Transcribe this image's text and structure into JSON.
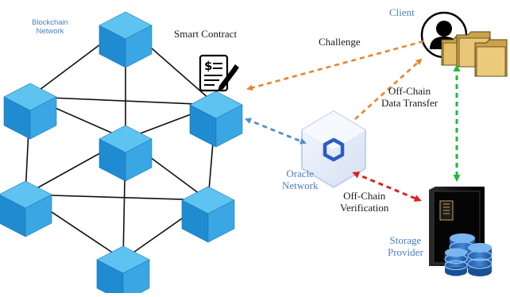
{
  "labels": {
    "blockchain": [
      "Blockchain",
      "Network"
    ],
    "smart_contract": "Smart Contract",
    "client": "Client",
    "challenge": "Challenge",
    "offchain_transfer": [
      "Off-Chain",
      "Data Transfer"
    ],
    "oracle": [
      "Oracle",
      "Network"
    ],
    "offchain_verification": [
      "Off-Chain",
      "Verification"
    ],
    "storage": [
      "Storage",
      "Provider"
    ]
  },
  "colors": {
    "cube_top": "#5ec3f0",
    "cube_left": "#1f8bd0",
    "cube_right": "#3aa6e4",
    "orange_arrow": "#e8842e",
    "blue_arrow": "#4e8fd4",
    "green_arrow": "#22b83a",
    "red_arrow": "#e41e1e"
  },
  "icons": [
    "contract-icon",
    "client-avatar-icon",
    "folder-icon",
    "oracle-icon",
    "server-icon",
    "database-icon"
  ]
}
